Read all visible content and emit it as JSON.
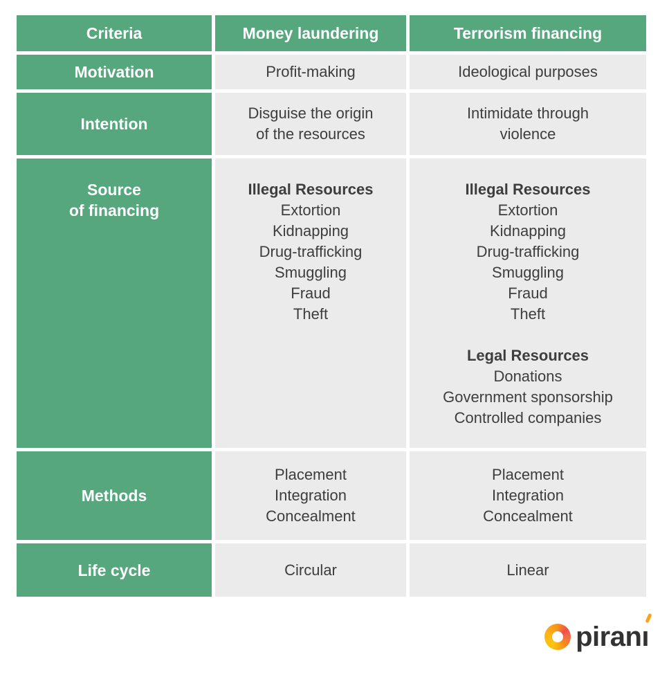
{
  "colors": {
    "green": "#56a77d",
    "gray": "#ebebeb",
    "text-dark": "#3d3d3d",
    "white": "#ffffff",
    "logo-text": "#333333",
    "accent-orange": "#f9a51a"
  },
  "header": {
    "criteria": "Criteria",
    "money_laundering": "Money laundering",
    "terrorism_financing": "Terrorism financing"
  },
  "rows": {
    "motivation": {
      "label": "Motivation",
      "ml": "Profit-making",
      "tf": "Ideological purposes"
    },
    "intention": {
      "label": "Intention",
      "ml": "Disguise the origin\nof the resources",
      "tf": "Intimidate through\nviolence"
    },
    "source": {
      "label": "Source\nof financing",
      "ml": {
        "illegal_heading": "Illegal Resources",
        "illegal_items": "Extortion\nKidnapping\nDrug-trafficking\nSmuggling\nFraud\nTheft"
      },
      "tf": {
        "illegal_heading": "Illegal Resources",
        "illegal_items": "Extortion\nKidnapping\nDrug-trafficking\nSmuggling\nFraud\nTheft",
        "legal_heading": "Legal Resources",
        "legal_items": "Donations\nGovernment sponsorship\nControlled companies"
      }
    },
    "methods": {
      "label": "Methods",
      "ml": "Placement\nIntegration\nConcealment",
      "tf": "Placement\nIntegration\nConcealment"
    },
    "life_cycle": {
      "label": "Life cycle",
      "ml": "Circular",
      "tf": "Linear"
    }
  },
  "logo": {
    "base": "piran",
    "last": "ı",
    "full_wordmark": "piraní"
  }
}
